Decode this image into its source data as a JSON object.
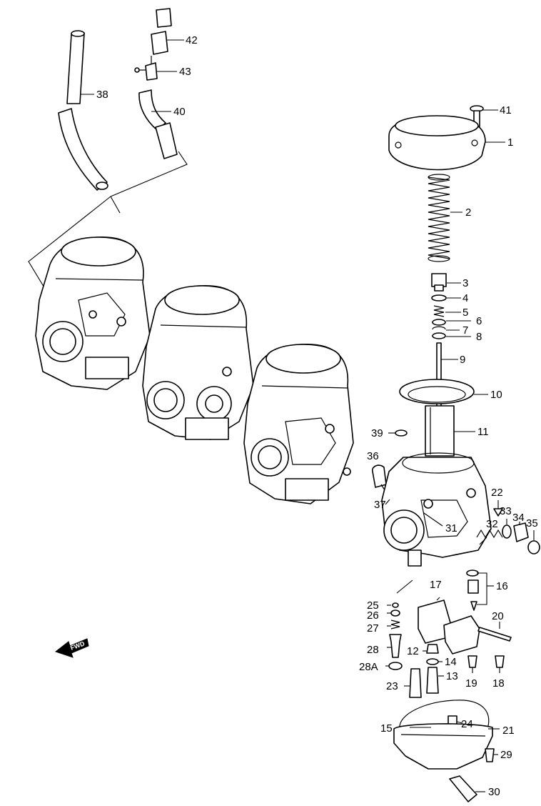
{
  "fwd_label": "FWD",
  "callouts": [
    {
      "id": "c1",
      "label": "1"
    },
    {
      "id": "c2",
      "label": "2"
    },
    {
      "id": "c3",
      "label": "3"
    },
    {
      "id": "c4",
      "label": "4"
    },
    {
      "id": "c5",
      "label": "5"
    },
    {
      "id": "c6",
      "label": "6"
    },
    {
      "id": "c7",
      "label": "7"
    },
    {
      "id": "c8",
      "label": "8"
    },
    {
      "id": "c9",
      "label": "9"
    },
    {
      "id": "c10",
      "label": "10"
    },
    {
      "id": "c11",
      "label": "11"
    },
    {
      "id": "c12",
      "label": "12"
    },
    {
      "id": "c13",
      "label": "13"
    },
    {
      "id": "c14",
      "label": "14"
    },
    {
      "id": "c15",
      "label": "15"
    },
    {
      "id": "c16",
      "label": "16"
    },
    {
      "id": "c17",
      "label": "17"
    },
    {
      "id": "c18",
      "label": "18"
    },
    {
      "id": "c19",
      "label": "19"
    },
    {
      "id": "c20",
      "label": "20"
    },
    {
      "id": "c21",
      "label": "21"
    },
    {
      "id": "c22",
      "label": "22"
    },
    {
      "id": "c23",
      "label": "23"
    },
    {
      "id": "c24",
      "label": "24"
    },
    {
      "id": "c25",
      "label": "25"
    },
    {
      "id": "c26",
      "label": "26"
    },
    {
      "id": "c27",
      "label": "27"
    },
    {
      "id": "c28",
      "label": "28"
    },
    {
      "id": "c28a",
      "label": "28A"
    },
    {
      "id": "c29",
      "label": "29"
    },
    {
      "id": "c30",
      "label": "30"
    },
    {
      "id": "c31",
      "label": "31"
    },
    {
      "id": "c32",
      "label": "32"
    },
    {
      "id": "c33",
      "label": "33"
    },
    {
      "id": "c34",
      "label": "34"
    },
    {
      "id": "c35",
      "label": "35"
    },
    {
      "id": "c36",
      "label": "36"
    },
    {
      "id": "c37",
      "label": "37"
    },
    {
      "id": "c38",
      "label": "38"
    },
    {
      "id": "c39",
      "label": "39"
    },
    {
      "id": "c40",
      "label": "40"
    },
    {
      "id": "c41",
      "label": "41"
    },
    {
      "id": "c42",
      "label": "42"
    },
    {
      "id": "c43",
      "label": "43"
    }
  ]
}
